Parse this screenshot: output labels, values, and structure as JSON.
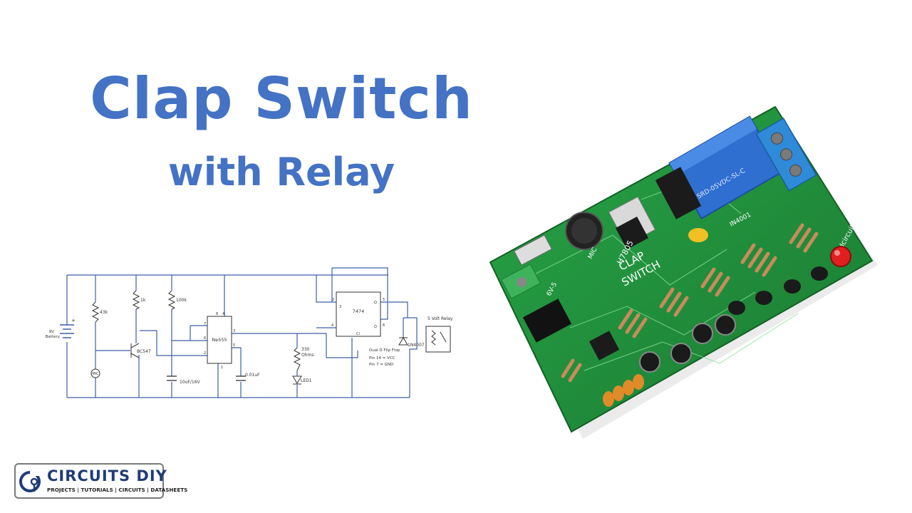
{
  "title": "Clap Switch",
  "subtitle": "with Relay",
  "colors": {
    "title": "#4472c4",
    "wire": "#3d5fa8",
    "pcb": "#1f8f3a",
    "relay": "#2f6fd0",
    "logo_text": "#1f3c77"
  },
  "schematic": {
    "supply": "9V",
    "supply_note": "Battery",
    "r1": "43k",
    "r2": "1k",
    "r3": "100k",
    "r4": "330",
    "r4_unit": "Ohms",
    "mic": "MIC",
    "transistor": "BC547",
    "timer": "Ne555",
    "cap1": "10uF/16V",
    "cap2": "0.01uF",
    "led": "LED1",
    "flipflop": "7474",
    "ff_note": "Dual D Flip Flop",
    "ff_pin14": "Pin 14 = VCC",
    "ff_pin7": "Pin 7 = GND",
    "diode": "1N4007",
    "relay": "5 Volt Relay",
    "pins": {
      "p8": "8",
      "p4": "4",
      "p7": "7",
      "p6": "6",
      "p2": "2",
      "p3": "3",
      "p5": "5",
      "p1": "1",
      "ff2": "2",
      "ff3": "3",
      "ff4": "4",
      "ffq": "Q",
      "ff5": "5",
      "ff6": "6",
      "ffq2": "Q",
      "ffc": "Cl"
    }
  },
  "board": {
    "label1": "CLAP",
    "label2": "SWITCH",
    "regulator": "H7805",
    "mic": "MIC",
    "input": "6V-5",
    "relay_text": "SRD-05VDC-SL-C",
    "diode": "IN4001",
    "site": "buildcircuit.org"
  },
  "logo": {
    "name": "CIRCUITS DIY",
    "tagline": "PROJECTS | TUTORIALS | CIRCUITS | DATASHEETS"
  }
}
